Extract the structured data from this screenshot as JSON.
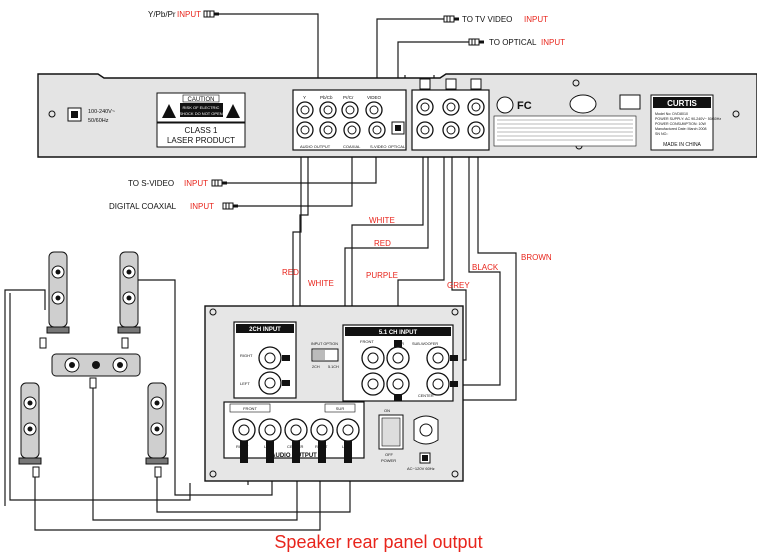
{
  "diagram": {
    "caption": "Speaker rear panel output",
    "top_labels": {
      "ypbpr_prefix": "Y/Pb/Pr",
      "ypbpr_red": "INPUT",
      "tv_video_prefix": "TO TV VIDEO",
      "tv_video_red": "INPUT",
      "optical_prefix": "TO OPTICAL",
      "optical_red": "INPUT",
      "svideo_prefix": "TO S-VIDEO",
      "svideo_red": "INPUT",
      "coax_prefix": "DIGITAL COAXIAL",
      "coax_red": "INPUT"
    },
    "wire_labels": {
      "red_left": "RED",
      "white_left": "WHITE",
      "white_top": "WHITE",
      "red_mid": "RED",
      "purple": "PURPLE",
      "black": "BLACK",
      "grey": "GREY",
      "brown": "BROWN"
    },
    "dvd_panel": {
      "power_text_1": "100-240V~",
      "power_text_2": "50/60Hz",
      "caution_title": "CAUTION",
      "caution_line_1": "RISK OF ELECTRIC",
      "caution_line_2": "SHOCK DO NOT OPEN",
      "class_line_1": "CLASS 1",
      "class_line_2": "LASER PRODUCT",
      "jack_y": "Y",
      "jack_pb": "Pb/Cb",
      "jack_pr": "Pr/Cr",
      "jack_video": "VIDEO",
      "label_audio_output": "AUDIO OUTPUT",
      "label_coaxial": "COAXIAL",
      "label_svideo": "S-VIDEO",
      "label_optical": "OPTICAL",
      "fcc_text": "FC",
      "brand": "CURTIS",
      "model_line_1": "Model No: DVD8010",
      "model_line_2": "POWER SUPPLY: AC 90-240V~ 50/60Hz",
      "model_line_3": "POWER CONSUMPTION: 10W",
      "model_line_4": "Manufactured Date: March 2008",
      "model_line_5": "SN NO.:",
      "made_in": "MADE IN CHINA"
    },
    "speaker_panel": {
      "two_ch_title": "2CH   INPUT",
      "right_label": "RIGHT",
      "left_label": "LEFT",
      "input_option_label": "INPUT OPTION",
      "option_2ch": "2CH",
      "option_51ch": "5.1CH",
      "five_one_title": "5.1 CH   INPUT",
      "front_label": "FRONT",
      "sub_woofer_label": "SUB-WOOFER",
      "sur_label": "SUR",
      "center_label": "CENTER",
      "out_front_label": "FRONT",
      "out_sur_label": "SUR",
      "audio_output_label": "AUDIO OUTPUT",
      "out_right": "RIGHT",
      "out_left": "LEFT",
      "out_center": "CENTER",
      "out_right2": "RIGHT",
      "out_left2": "LEFT",
      "on_label": "ON",
      "off_label": "OFF",
      "power_label": "POWER",
      "ac_label": "AC~120V 60Hz"
    },
    "colors": {
      "accent_red": "#e8251c",
      "line": "#1a1a1a",
      "panel_gray": "#e6e6e6"
    }
  }
}
